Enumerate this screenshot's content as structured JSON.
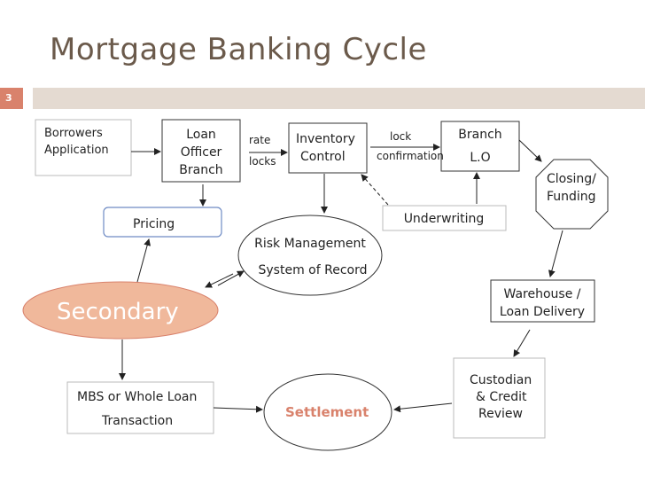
{
  "slide": {
    "title": "Mortgage Banking Cycle",
    "number": "3"
  },
  "nodes": {
    "borrowers": [
      "Borrowers",
      "Application"
    ],
    "loan_officer": [
      "Loan",
      "Officer",
      "Branch"
    ],
    "inventory": [
      "Inventory",
      "Control"
    ],
    "branch_lo": [
      "Branch",
      "L.O"
    ],
    "closing": [
      "Closing/",
      "Funding"
    ],
    "pricing": "Pricing",
    "risk": [
      "Risk Management",
      "System of Record"
    ],
    "underwriting": "Underwriting",
    "secondary": "Secondary",
    "warehouse": [
      "Warehouse /",
      "Loan Delivery"
    ],
    "custodian": [
      "Custodian",
      "& Credit",
      "Review"
    ],
    "mbs": [
      "MBS or Whole Loan",
      "Transaction"
    ],
    "settlement": "Settlement"
  },
  "edge_labels": {
    "rate": "rate",
    "locks": "locks",
    "lock": "lock",
    "confirmation": "confirmation"
  },
  "colors": {
    "secondary_fill": "#f0b89b",
    "settlement_text": "#d9826c",
    "node_stroke": "#333333"
  }
}
